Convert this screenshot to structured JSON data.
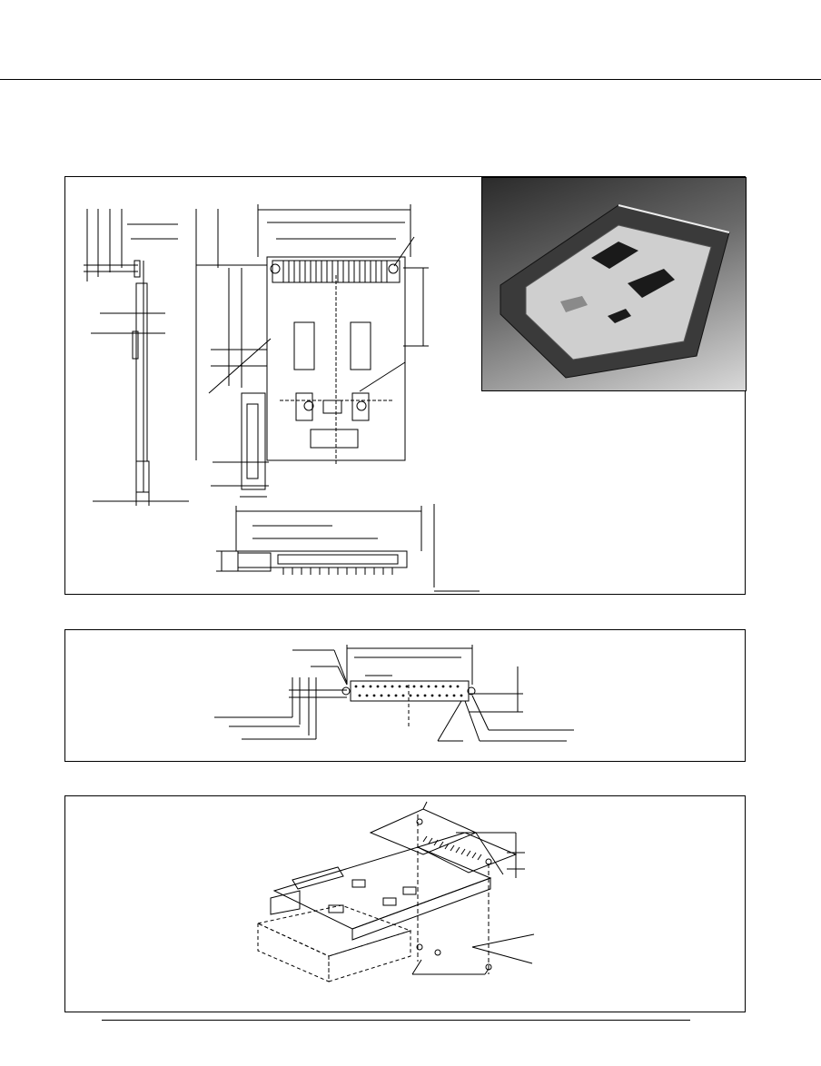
{
  "page": {
    "header_rule": "top",
    "footer_rule": "bottom"
  },
  "panels": [
    {
      "id": "dimensional-drawing",
      "contains": [
        "side-view",
        "top-view",
        "front-view",
        "product-photo"
      ]
    },
    {
      "id": "pcb-mounting-pattern"
    },
    {
      "id": "assembly-view"
    }
  ],
  "colors": {
    "line": "#000000",
    "background": "#ffffff",
    "photo_dark": "#2b2b2b",
    "photo_light": "#d9d9d9"
  }
}
